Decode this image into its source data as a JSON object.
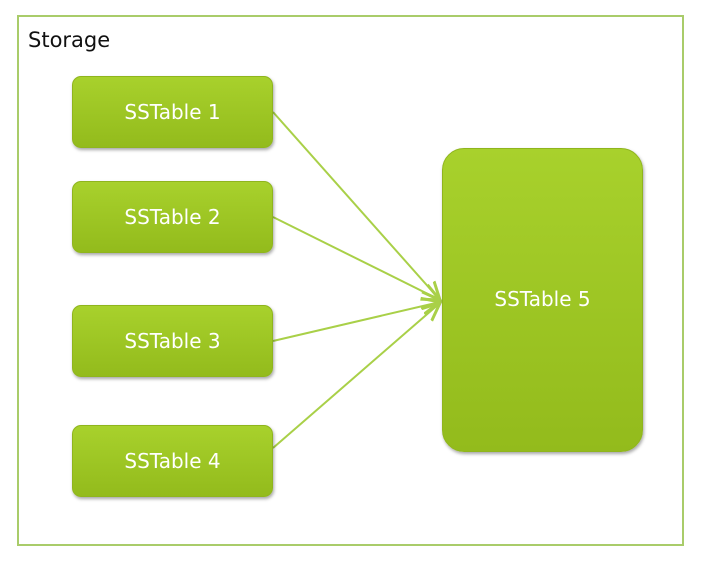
{
  "container": {
    "label": "Storage"
  },
  "sources": [
    {
      "label": "SSTable 1"
    },
    {
      "label": "SSTable 2"
    },
    {
      "label": "SSTable 3"
    },
    {
      "label": "SSTable 4"
    }
  ],
  "target": {
    "label": "SSTable 5"
  },
  "colors": {
    "box": "#9cc422",
    "arrow": "#a9d048",
    "frame": "#a9cc6a"
  }
}
